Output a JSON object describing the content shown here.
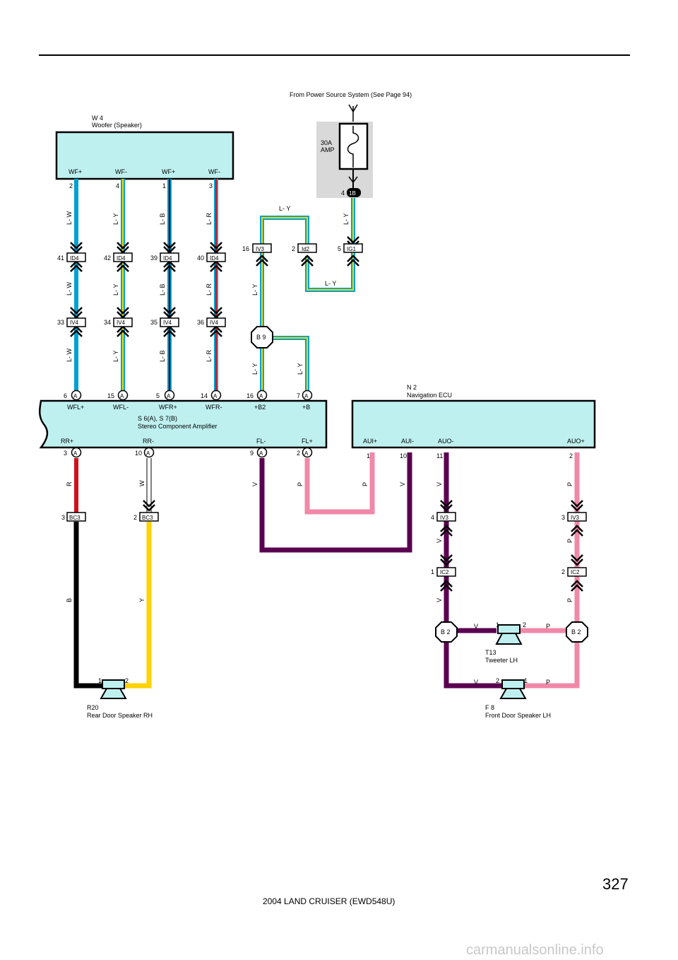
{
  "header": {
    "power_source": "From Power Source System (See Page 94)",
    "page_number": "327",
    "footer": "2004 LAND CRUISER (EWD548U)",
    "watermark": "carmanualsonline.info"
  },
  "woofer": {
    "code": "W 4",
    "name": "Woofer (Speaker)",
    "pins": [
      {
        "label": "WF+",
        "num": "2"
      },
      {
        "label": "WF-",
        "num": "4"
      },
      {
        "label": "WF+",
        "num": "1"
      },
      {
        "label": "WF-",
        "num": "3"
      }
    ]
  },
  "fuse": {
    "rating": "30A",
    "name": "AMP",
    "pin": "4",
    "connector": "1B"
  },
  "wires": {
    "lw": "L- W",
    "ly": "L- Y",
    "lb": "L- B",
    "lr": "L- R",
    "r": "R",
    "w": "W",
    "b": "B",
    "y": "Y",
    "v": "V",
    "p": "P"
  },
  "connectors": {
    "id4": [
      {
        "num": "41",
        "code": "ID4"
      },
      {
        "num": "42",
        "code": "ID4"
      },
      {
        "num": "39",
        "code": "ID4"
      },
      {
        "num": "40",
        "code": "ID4"
      }
    ],
    "iv4": [
      {
        "num": "33",
        "code": "IV4"
      },
      {
        "num": "34",
        "code": "IV4"
      },
      {
        "num": "35",
        "code": "IV4"
      },
      {
        "num": "36",
        "code": "IV4"
      }
    ],
    "iv3_top": {
      "num": "16",
      "code": "IV3"
    },
    "id2": {
      "num": "2",
      "code": "Id2"
    },
    "ig1": {
      "num": "5",
      "code": "IG1"
    },
    "b9": "B 9",
    "bc3_left": {
      "num": "3",
      "code": "BC3"
    },
    "bc3_right": {
      "num": "2",
      "code": "BC3"
    },
    "iv3_left": {
      "num": "4",
      "code": "IV3"
    },
    "iv3_right": {
      "num": "3",
      "code": "IV3"
    },
    "ic2_left": {
      "num": "1",
      "code": "IC2"
    },
    "ic2_right": {
      "num": "2",
      "code": "IC2"
    },
    "b2": "B 2"
  },
  "amplifier": {
    "code": "S 6(A), S 7(B)",
    "name": "Stereo Component Amplifier",
    "pin_letter": "A",
    "top_pins": [
      {
        "num": "6",
        "label": "WFL+"
      },
      {
        "num": "15",
        "label": "WFL-"
      },
      {
        "num": "5",
        "label": "WFR+"
      },
      {
        "num": "14",
        "label": "WFR-"
      },
      {
        "num": "16",
        "label": "+B2"
      },
      {
        "num": "7",
        "label": "+B"
      }
    ],
    "bottom_pins": [
      {
        "num": "3",
        "label": "RR+"
      },
      {
        "num": "10",
        "label": "RR-"
      },
      {
        "num": "9",
        "label": "FL-"
      },
      {
        "num": "2",
        "label": "FL+"
      }
    ]
  },
  "nav_ecu": {
    "code": "N 2",
    "name": "Navigation ECU",
    "pins": [
      {
        "num": "1",
        "label": "AUI+"
      },
      {
        "num": "10",
        "label": "AUI-"
      },
      {
        "num": "11",
        "label": "AUO-"
      },
      {
        "num": "2",
        "label": "AUO+"
      }
    ]
  },
  "rear_speaker": {
    "code": "R20",
    "name": "Rear Door Speaker RH",
    "pin1": "1",
    "pin2": "2"
  },
  "tweeter": {
    "code": "T13",
    "name": "Tweeter LH",
    "pin1": "1",
    "pin2": "2"
  },
  "front_speaker": {
    "code": "F 8",
    "name": "Front Door Speaker LH",
    "pin1": "2",
    "pin2": "1"
  },
  "colors": {
    "blue": "#00a0d0",
    "yellow": "#f0d800",
    "red": "#d0101a",
    "white": "#ffffff",
    "black": "#000000",
    "violet": "#5a0050",
    "pink": "#f088a8",
    "box": "#bff0f0",
    "fuse_bg": "#d9d9d9"
  }
}
